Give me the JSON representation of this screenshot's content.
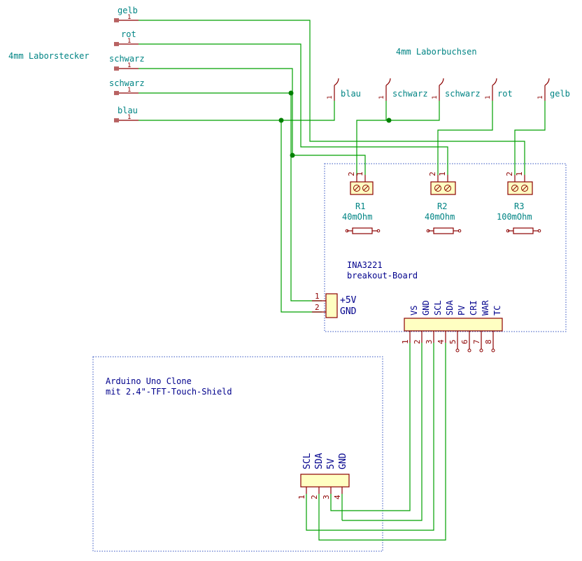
{
  "labels": {
    "laborstecker": "4mm Laborstecker",
    "laborbuchsen": "4mm Laborbuchsen",
    "ina_title": "INA3221",
    "ina_subtitle": "breakout-Board",
    "arduino_title": "Arduino Uno Clone",
    "arduino_subtitle": "mit 2.4\"-TFT-Touch-Shield"
  },
  "plugs": [
    {
      "name": "gelb",
      "pin": "1"
    },
    {
      "name": "rot",
      "pin": "1"
    },
    {
      "name": "schwarz",
      "pin": "1"
    },
    {
      "name": "schwarz",
      "pin": "1"
    },
    {
      "name": "blau",
      "pin": "1"
    }
  ],
  "sockets": [
    {
      "name": "blau",
      "pin": "1"
    },
    {
      "name": "schwarz",
      "pin": "1"
    },
    {
      "name": "schwarz",
      "pin": "1"
    },
    {
      "name": "rot",
      "pin": "1"
    },
    {
      "name": "gelb",
      "pin": "1"
    }
  ],
  "resistors": [
    {
      "ref": "R1",
      "value": "40mOhm",
      "pins": [
        "2",
        "1"
      ]
    },
    {
      "ref": "R2",
      "value": "40mOhm",
      "pins": [
        "2",
        "1"
      ]
    },
    {
      "ref": "R3",
      "value": "100mOhm",
      "pins": [
        "2",
        "1"
      ]
    }
  ],
  "power_connector": {
    "pins": [
      "1",
      "2"
    ],
    "signals": [
      "+5V",
      "GND"
    ]
  },
  "ina_header": {
    "signals": [
      "VS",
      "GND",
      "SCL",
      "SDA",
      "PV",
      "CRI",
      "WAR",
      "TC"
    ],
    "pins": [
      "1",
      "2",
      "3",
      "4",
      "5",
      "6",
      "7",
      "8"
    ]
  },
  "arduino_header": {
    "signals": [
      "SCL",
      "SDA",
      "5V",
      "GND"
    ],
    "pins": [
      "1",
      "2",
      "3",
      "4"
    ]
  },
  "colors": {
    "wire": "#00a000",
    "component": "#8c0000",
    "component_fill": "#ffffc2",
    "label_teal": "#008484",
    "label_navy": "#00008c",
    "board_outline": "#3050c0"
  }
}
